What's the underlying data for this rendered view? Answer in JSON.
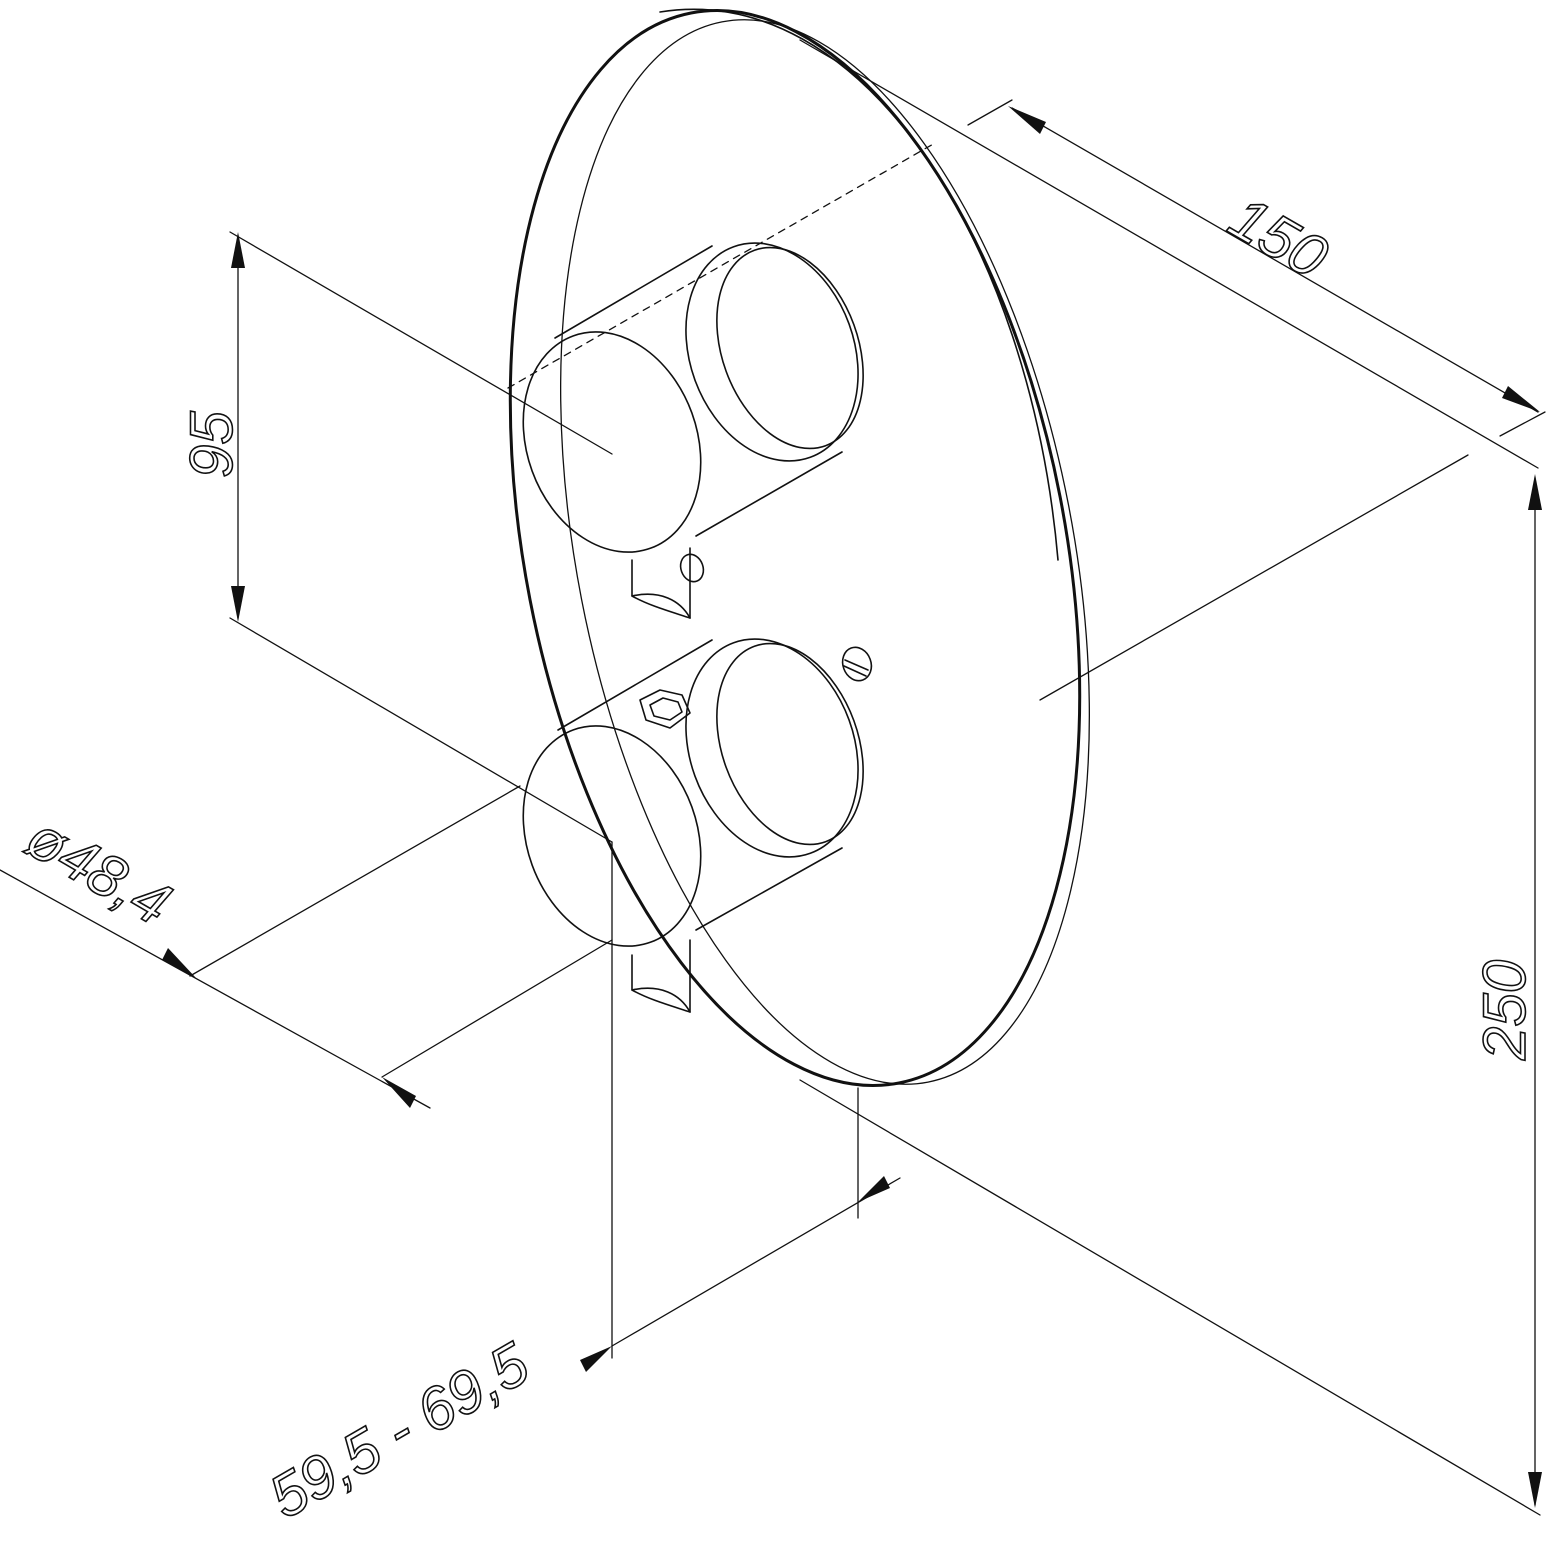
{
  "dimensions": {
    "plate_width": "150",
    "plate_height": "250",
    "knob_spacing": "95",
    "knob_diameter": "ø48,4",
    "projection_range": "59,5 - 69,5"
  },
  "colors": {
    "ink": "#111111",
    "background": "#ffffff"
  }
}
